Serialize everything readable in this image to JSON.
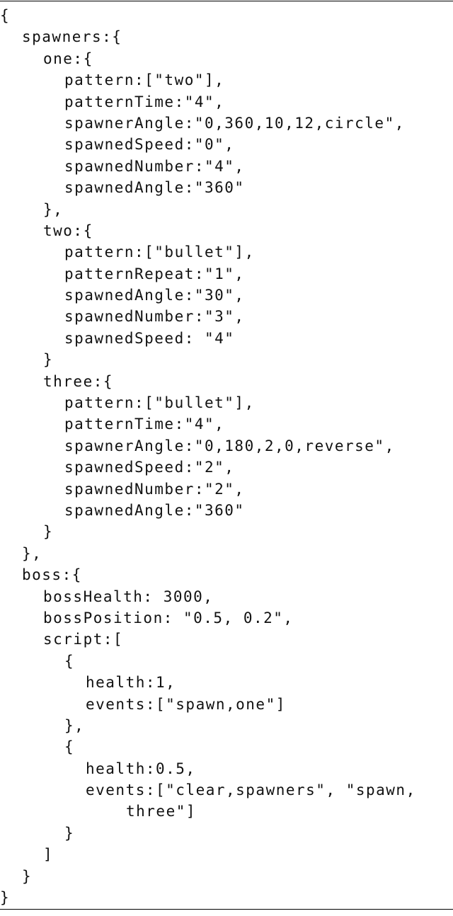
{
  "listing": {
    "lines": [
      {
        "indent": 0,
        "text": "{"
      },
      {
        "indent": 1,
        "text": "spawners:{"
      },
      {
        "indent": 2,
        "text": "one:{"
      },
      {
        "indent": 3,
        "text": "pattern:[\"two\"],"
      },
      {
        "indent": 3,
        "text": "patternTime:\"4\","
      },
      {
        "indent": 3,
        "text": "spawnerAngle:\"0,360,10,12,circle\","
      },
      {
        "indent": 3,
        "text": "spawnedSpeed:\"0\","
      },
      {
        "indent": 3,
        "text": "spawnedNumber:\"4\","
      },
      {
        "indent": 3,
        "text": "spawnedAngle:\"360\""
      },
      {
        "indent": 2,
        "text": "},"
      },
      {
        "indent": 2,
        "text": "two:{"
      },
      {
        "indent": 3,
        "text": "pattern:[\"bullet\"],"
      },
      {
        "indent": 3,
        "text": "patternRepeat:\"1\","
      },
      {
        "indent": 3,
        "text": "spawnedAngle:\"30\","
      },
      {
        "indent": 3,
        "text": "spawnedNumber:\"3\","
      },
      {
        "indent": 3,
        "text": "spawnedSpeed: \"4\""
      },
      {
        "indent": 2,
        "text": "}"
      },
      {
        "indent": 2,
        "text": "three:{"
      },
      {
        "indent": 3,
        "text": "pattern:[\"bullet\"],"
      },
      {
        "indent": 3,
        "text": "patternTime:\"4\","
      },
      {
        "indent": 3,
        "text": "spawnerAngle:\"0,180,2,0,reverse\","
      },
      {
        "indent": 3,
        "text": "spawnedSpeed:\"2\","
      },
      {
        "indent": 3,
        "text": "spawnedNumber:\"2\","
      },
      {
        "indent": 3,
        "text": "spawnedAngle:\"360\""
      },
      {
        "indent": 2,
        "text": "}"
      },
      {
        "indent": 1,
        "text": "},"
      },
      {
        "indent": 1,
        "text": "boss:{"
      },
      {
        "indent": 2,
        "text": "bossHealth: 3000,"
      },
      {
        "indent": 2,
        "text": "bossPosition: \"0.5, 0.2\","
      },
      {
        "indent": 2,
        "text": "script:["
      },
      {
        "indent": 3,
        "text": "{"
      },
      {
        "indent": 4,
        "text": "health:1,"
      },
      {
        "indent": 4,
        "text": "events:[\"spawn,one\"]"
      },
      {
        "indent": 3,
        "text": "},"
      },
      {
        "indent": 3,
        "text": "{"
      },
      {
        "indent": 4,
        "text": "health:0.5,"
      },
      {
        "indent": 4,
        "text": "events:[\"clear,spawners\", \"spawn,"
      },
      {
        "indent": 6,
        "text": "three\"]"
      },
      {
        "indent": 3,
        "text": "}"
      },
      {
        "indent": 2,
        "text": "]"
      },
      {
        "indent": 1,
        "text": "}"
      },
      {
        "indent": 0,
        "text": "}"
      }
    ]
  }
}
